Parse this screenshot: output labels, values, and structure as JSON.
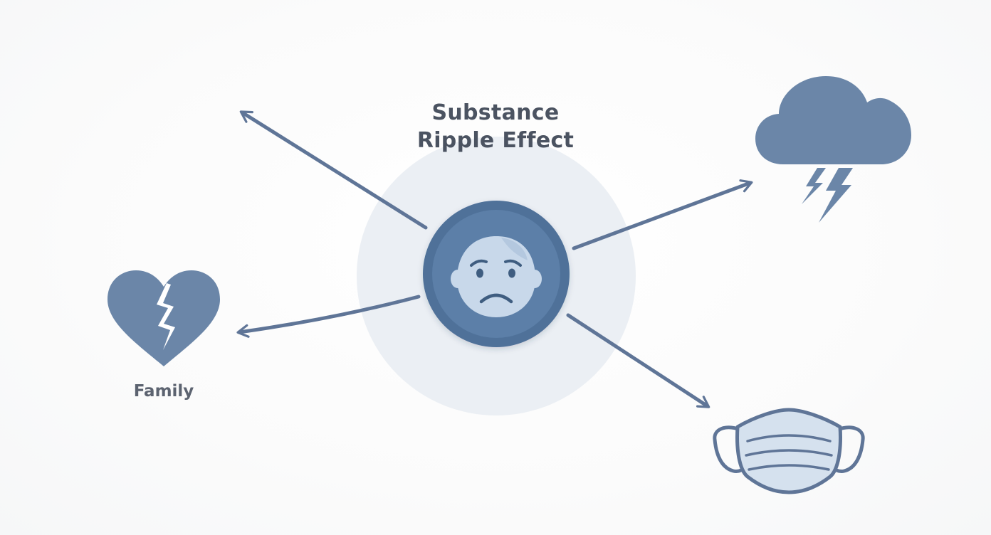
{
  "title": {
    "line1": "Substance",
    "line2": "Ripple Effect"
  },
  "center_node": {
    "icon": "sad-face-icon"
  },
  "nodes": [
    {
      "id": "family",
      "label": "Family",
      "icon": "broken-heart-icon"
    },
    {
      "id": "storm",
      "icon": "storm-cloud-icon"
    },
    {
      "id": "mask",
      "icon": "face-mask-icon"
    }
  ],
  "colors": {
    "primary": "#6b86a8",
    "arrow": "#5f7597",
    "center_ring": "#4f7199",
    "center_fill": "#5b7fa8",
    "halo": "#e7ecf2",
    "face": "#c8d8ea",
    "face_features": "#3f5d80",
    "mask_fill": "#d5e1ee",
    "title_text": "#4b5361",
    "label_text": "#5c6370"
  }
}
